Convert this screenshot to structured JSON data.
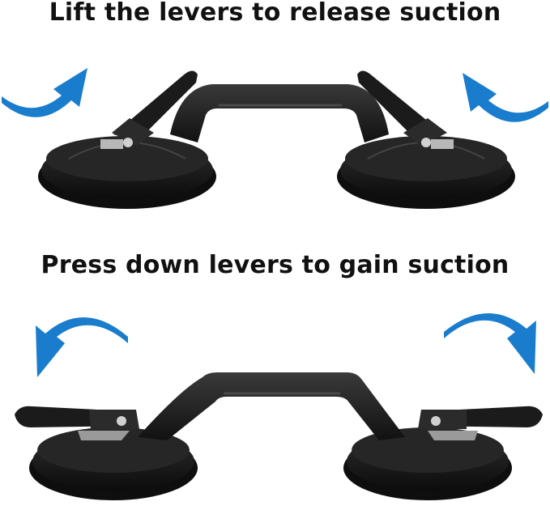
{
  "captions": {
    "release": "Lift the levers to release suction",
    "gain": "Press down levers to gain suction"
  },
  "colors": {
    "arrow": "#1a7ccc",
    "body": "#1e1e1e",
    "text": "#111111"
  },
  "icons": {
    "top_left_arrow": "curved-arrow-up-right-icon",
    "top_right_arrow": "curved-arrow-up-left-icon",
    "bottom_left_arrow": "curved-arrow-down-left-icon",
    "bottom_right_arrow": "curved-arrow-down-right-icon"
  },
  "lever_state": {
    "top": "lifted",
    "bottom": "pressed-down"
  }
}
